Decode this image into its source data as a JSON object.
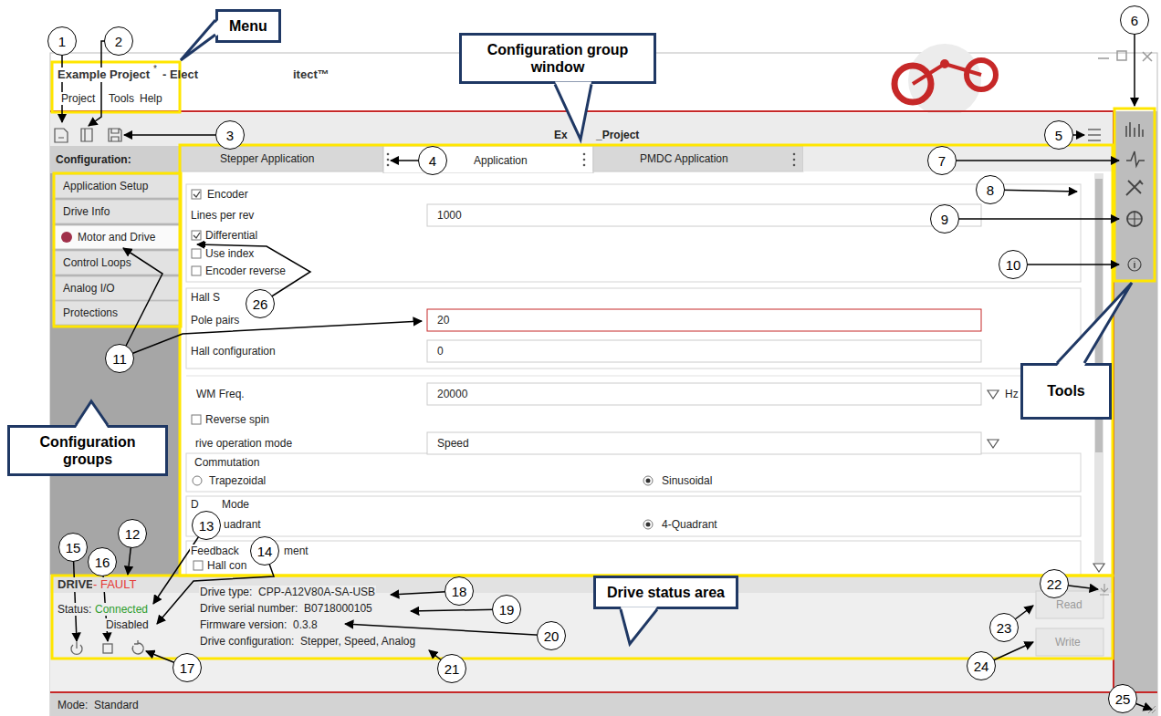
{
  "diagram": {
    "nodes": [
      {
        "text": [
          "1"
        ]
      },
      {
        "text": [
          "2"
        ]
      },
      {
        "text": [
          "3"
        ]
      },
      {
        "text": [
          "4"
        ]
      },
      {
        "text": [
          "5"
        ]
      },
      {
        "text": [
          "6"
        ]
      },
      {
        "text": [
          "7"
        ]
      },
      {
        "text": [
          "8"
        ]
      },
      {
        "text": [
          "9"
        ]
      },
      {
        "text": [
          "10"
        ]
      },
      {
        "text": [
          "11"
        ]
      },
      {
        "text": [
          "12"
        ]
      },
      {
        "text": [
          "13"
        ]
      },
      {
        "text": [
          "14"
        ]
      },
      {
        "text": [
          "15"
        ]
      },
      {
        "text": [
          "16"
        ]
      },
      {
        "text": [
          "17"
        ]
      },
      {
        "text": [
          "18"
        ]
      },
      {
        "text": [
          "19"
        ]
      },
      {
        "text": [
          "20"
        ]
      },
      {
        "text": [
          "21"
        ]
      },
      {
        "text": [
          "22"
        ]
      },
      {
        "text": [
          "23"
        ]
      },
      {
        "text": [
          "24"
        ]
      },
      {
        "text": [
          "25"
        ]
      },
      {
        "text": [
          "26"
        ]
      },
      {
        "text": [
          "Menu"
        ]
      },
      {
        "text": [
          "Configuration group window"
        ]
      },
      {
        "text": [
          "Tools"
        ]
      },
      {
        "text": [
          "Configuration groups"
        ]
      },
      {
        "text": [
          "Drive status area"
        ]
      }
    ],
    "labels": [
      "Example Project",
      "*",
      "- Elect",
      "itect™",
      "Project",
      "Tools",
      "Help",
      "Ex",
      "_Project",
      "Configuration:",
      "Application Setup",
      "Drive Info",
      "Motor and Drive",
      "Control Loops",
      "Analog I/O",
      "Protections",
      "Stepper Application",
      "Application",
      "PMDC Application",
      "Encoder",
      "Lines per rev",
      "1000",
      "Differential",
      "Use index",
      "Encoder reverse",
      "Hall S",
      "Pole pairs",
      "20",
      "Hall configuration",
      "0",
      "WM Freq.",
      "20000",
      "Hz",
      "Reverse spin",
      "rive operation mode",
      "Speed",
      "Commutation",
      "Trapezoidal",
      "Sinusoidal",
      "D",
      "Mode",
      "uadrant",
      "4-Quadrant",
      "Feedback",
      "ment",
      "Hall con",
      "DRIVE",
      "- FAULT",
      "Status:",
      "Connected",
      "Disabled",
      "Drive type:  CPP-A12V80A-SA-USB",
      "Drive serial number:  B0718000105",
      "Firmware version:  0.3.8",
      "Drive configuration:  Stepper, Speed, Analog",
      "Read",
      "Write",
      "Mode:  Standard"
    ]
  }
}
